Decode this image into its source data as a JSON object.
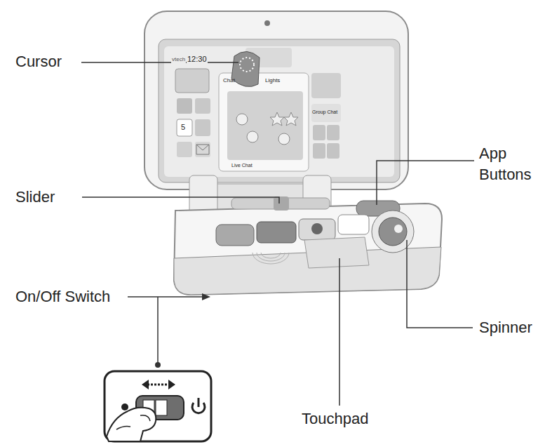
{
  "diagram": {
    "labels": [
      "Cursor",
      "vtech",
      "12:30",
      "Chat",
      "Lights",
      "5",
      "Group Chat",
      "Live Chat",
      "Slider",
      "App Buttons",
      "On/Off Switch",
      "Spinner",
      "Touchpad"
    ]
  }
}
